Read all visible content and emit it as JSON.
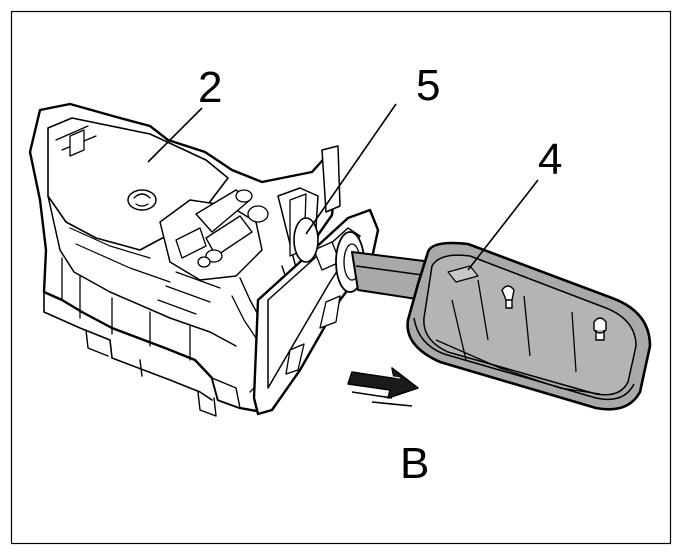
{
  "figure": {
    "callouts": {
      "part_2": "2",
      "part_5": "5",
      "part_4": "4",
      "direction": "B"
    },
    "colors": {
      "frame": "#000000",
      "line": "#000000",
      "key_fill": "#a9a9a9",
      "key_dark": "#8c8c8c",
      "paper": "#ffffff"
    },
    "icons": [
      "ignition-lock-housing",
      "key-blade",
      "remote-key-fob",
      "direction-arrow-icon"
    ]
  }
}
